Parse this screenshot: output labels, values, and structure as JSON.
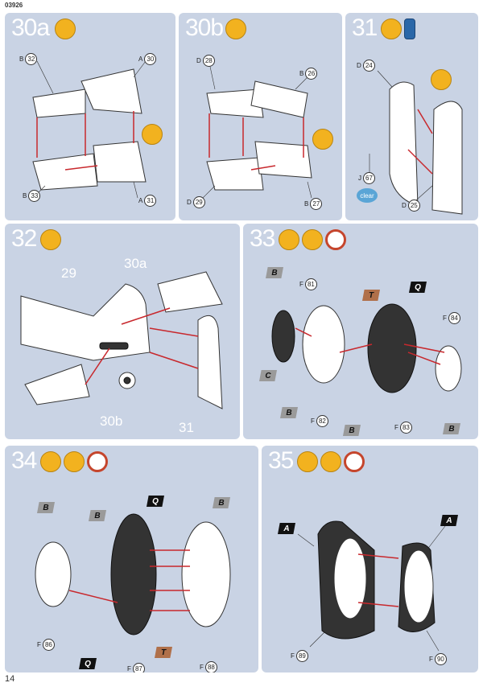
{
  "doc_code": "03926",
  "page_number": "14",
  "steps": {
    "s30a": {
      "number": "30a",
      "parts": [
        {
          "letter": "B",
          "num": "32"
        },
        {
          "letter": "A",
          "num": "30"
        },
        {
          "letter": "B",
          "num": "33"
        },
        {
          "letter": "A",
          "num": "31"
        }
      ]
    },
    "s30b": {
      "number": "30b",
      "parts": [
        {
          "letter": "D",
          "num": "28"
        },
        {
          "letter": "B",
          "num": "26"
        },
        {
          "letter": "D",
          "num": "29"
        },
        {
          "letter": "B",
          "num": "27"
        }
      ]
    },
    "s31": {
      "number": "31",
      "parts": [
        {
          "letter": "D",
          "num": "24"
        },
        {
          "letter": "J",
          "num": "67"
        },
        {
          "letter": "D",
          "num": "25"
        }
      ],
      "clear_label": "clear"
    },
    "s32": {
      "number": "32",
      "labels": [
        "29",
        "30a",
        "30b",
        "31"
      ]
    },
    "s33": {
      "number": "33",
      "parts": [
        {
          "letter": "F",
          "num": "81"
        },
        {
          "letter": "F",
          "num": "84"
        },
        {
          "letter": "F",
          "num": "82"
        },
        {
          "letter": "F",
          "num": "83"
        }
      ],
      "tags": [
        "B",
        "T",
        "Q",
        "C",
        "B",
        "B",
        "B"
      ]
    },
    "s34": {
      "number": "34",
      "parts": [
        {
          "letter": "F",
          "num": "86"
        },
        {
          "letter": "F",
          "num": "87"
        },
        {
          "letter": "F",
          "num": "88"
        }
      ],
      "tags": [
        "B",
        "B",
        "Q",
        "B",
        "Q",
        "T"
      ]
    },
    "s35": {
      "number": "35",
      "parts": [
        {
          "letter": "F",
          "num": "89"
        },
        {
          "letter": "F",
          "num": "90"
        }
      ],
      "tags": [
        "A",
        "A"
      ]
    }
  },
  "icons": {
    "glue": "glue-icon",
    "brush": "brush-icon",
    "clock": "clock-icon",
    "paint": "paint-pot-icon",
    "glue_tube": "glue-tube-icon"
  },
  "colors": {
    "panel": "#c9d3e4",
    "arrow": "#c8282d",
    "icon": "#f2b21f",
    "tag_grey": "#9a9a9a",
    "tag_brown": "#b0704a"
  }
}
